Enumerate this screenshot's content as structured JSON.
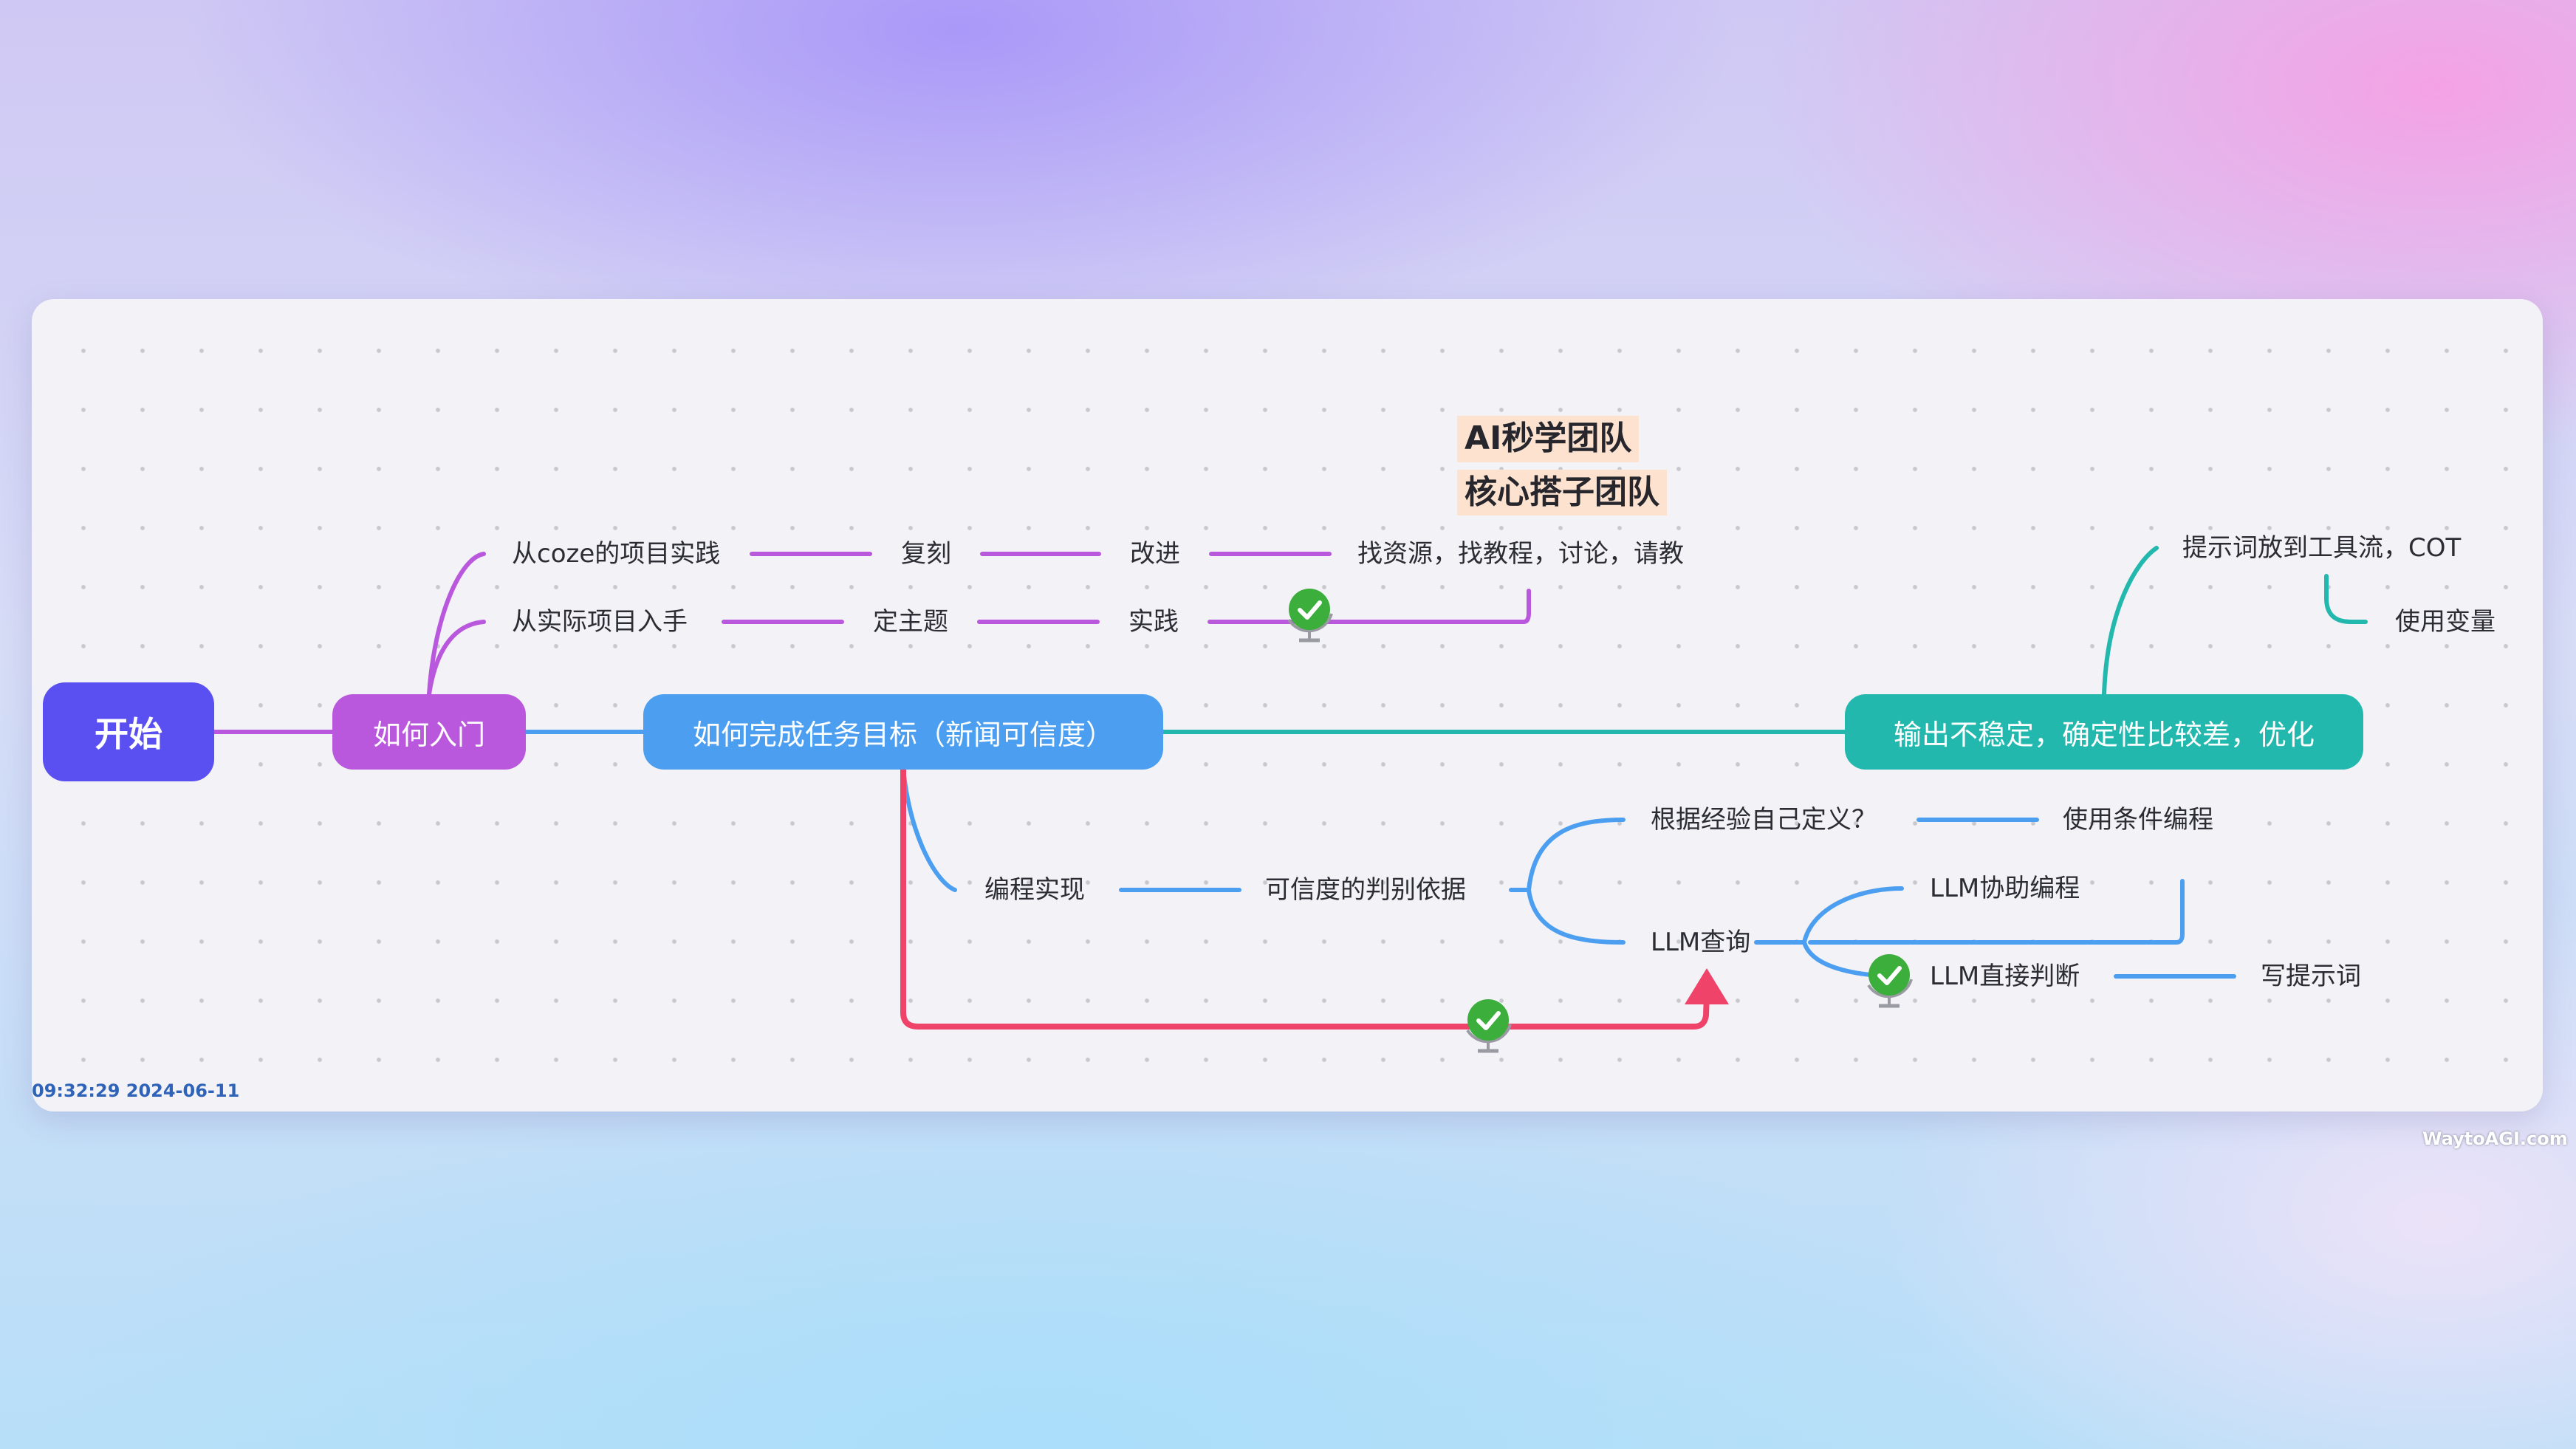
{
  "diagram": {
    "type": "mind-map",
    "root": "开始",
    "nodes": {
      "start": "开始",
      "intro": "如何入门",
      "goal": "如何完成任务目标（新闻可信度）",
      "optimize": "输出不稳定，确定性比较差，优化"
    },
    "intro_branches": {
      "coze_practice": "从coze的项目实践",
      "replicate": "复刻",
      "improve": "改进",
      "resources": "找资源，找教程，讨论，请教",
      "real_project": "从实际项目入手",
      "set_topic": "定主题",
      "practice": "实践"
    },
    "team_note": {
      "line1": "AI秒学团队",
      "line2": "核心搭子团队"
    },
    "goal_branches": {
      "programming": "编程实现",
      "criteria": "可信度的判别依据",
      "experience": "根据经验自己定义？",
      "conditional": "使用条件编程",
      "llm_query": "LLM查询",
      "llm_assist": "LLM协助编程",
      "llm_judge": "LLM直接判断",
      "write_prompt": "写提示词"
    },
    "optimize_branches": {
      "prompt_to_tool": "提示词放到工具流，COT",
      "use_vars": "使用变量"
    },
    "colors": {
      "start": "#5a4ff0",
      "intro": "#b958dd",
      "goal": "#4c9ff0",
      "optimize": "#22b8ad",
      "relation": "#f0436a",
      "check": "#3cae3c",
      "note_highlight": "#fde3cf"
    },
    "markers": [
      "check-globe-icon",
      "check-globe-icon",
      "check-globe-icon"
    ]
  },
  "footer": {
    "timestamp": "09:32:29 2024-06-11",
    "watermark": "WaytoAGI.com"
  }
}
